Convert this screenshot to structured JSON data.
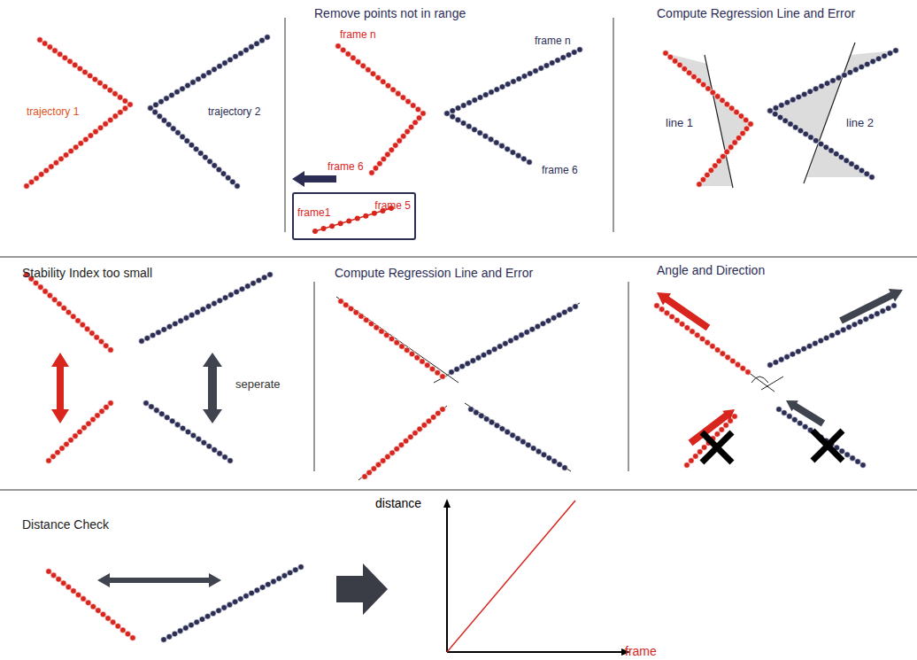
{
  "diagram": {
    "nodes": [
      {
        "text": [
          "frame1",
          "frame 5"
        ]
      }
    ],
    "labels": [
      "Remove points not in range",
      "Compute Regression Line and Error",
      "trajectory 1",
      "trajectory 2",
      "frame n",
      "frame n",
      "frame 6",
      "frame 6",
      "line 1",
      "line 2",
      "Stability Index too small",
      "Compute Regression Line and Error",
      "Angle and Direction",
      "seperate",
      "Distance Check",
      "distance",
      "frame"
    ]
  }
}
